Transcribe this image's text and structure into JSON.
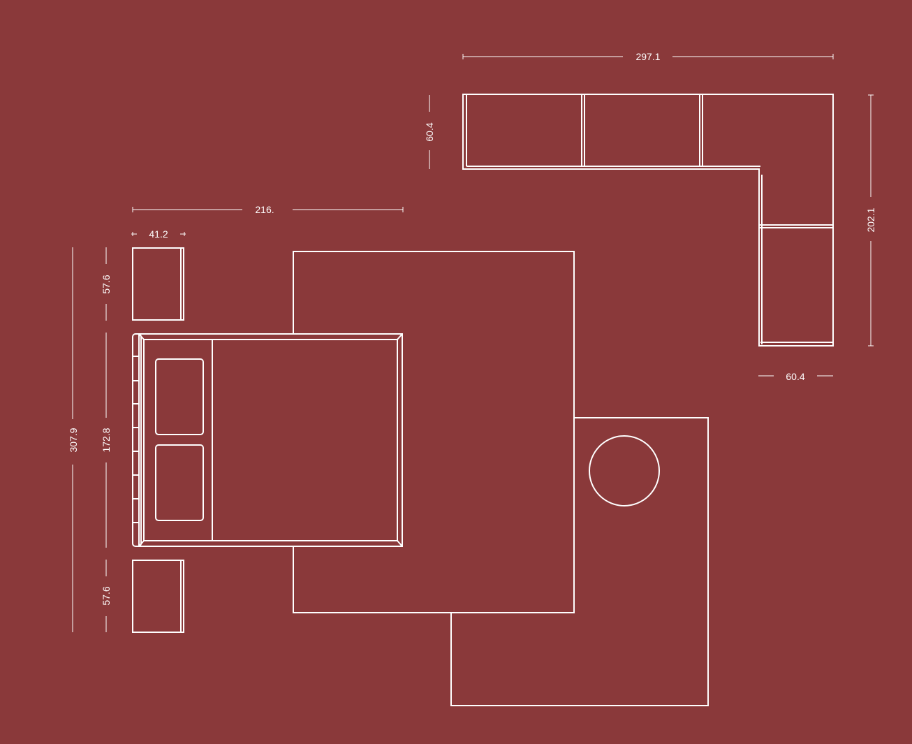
{
  "colors": {
    "background": "#8a393a",
    "line": "#ffffff"
  },
  "dimensions": {
    "sofa_width": "297.1",
    "sofa_depth_top": "60.4",
    "sofa_height_right": "202.1",
    "sofa_depth_bottom": "60.4",
    "bed_width": "216.",
    "nightstand_width": "41.2",
    "nightstand_top_depth": "57.6",
    "bed_length": "172.8",
    "nightstand_bottom_depth": "57.6",
    "total_length": "307.9"
  }
}
